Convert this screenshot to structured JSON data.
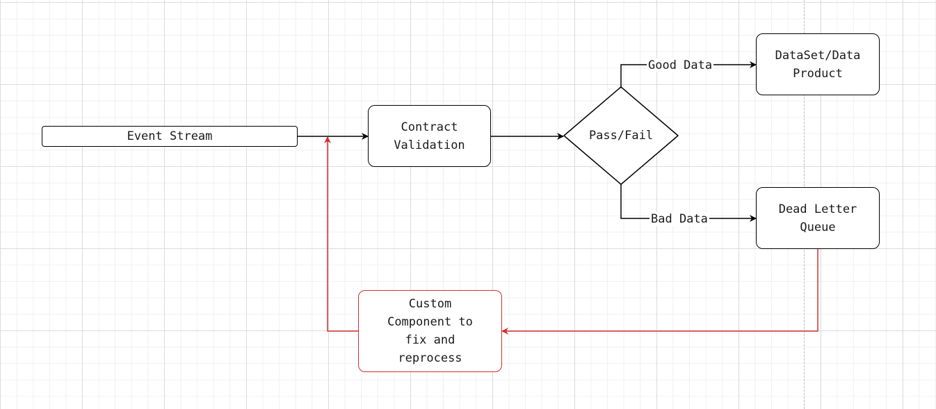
{
  "nodes": {
    "event_stream": "Event Stream",
    "contract_validation": "Contract\nValidation",
    "pass_fail": "Pass/Fail",
    "dataset_product": "DataSet/Data\nProduct",
    "dead_letter_queue": "Dead Letter\nQueue",
    "custom_component": "Custom\nComponent to\nfix and\nreprocess"
  },
  "edges": {
    "good_data": "Good Data",
    "bad_data": "Bad Data"
  },
  "colors": {
    "normal": "#000000",
    "error_path": "#d32f2f"
  }
}
